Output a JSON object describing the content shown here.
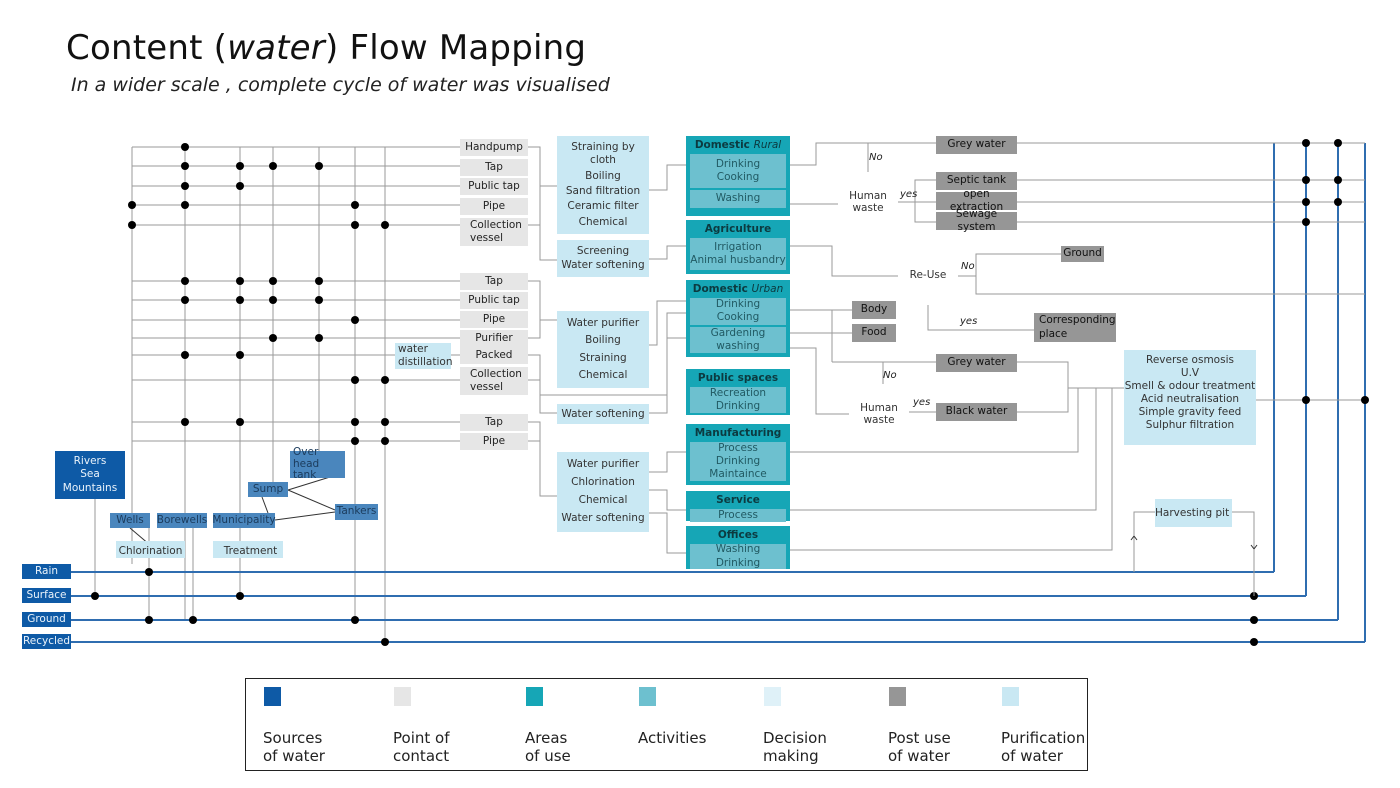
{
  "header": {
    "title_pre": "Content (",
    "title_em": "water",
    "title_post": ") Flow Mapping",
    "subtitle": "In a wider scale , complete cycle of water was visualised"
  },
  "colors": {
    "sources": "#0e5aa6",
    "point_of_contact": "#e6e6e6",
    "areas_of_use": "#16a6b6",
    "activities": "#6dc0cf",
    "decision_making": "#dff1f8",
    "post_use": "#969696",
    "purification": "#c9e8f3"
  },
  "sources": {
    "primary": [
      "Rain",
      "Surface",
      "Ground",
      "Recycled"
    ],
    "natural": "Rivers\nSea\nMountains",
    "wells": "Wells",
    "borewells": "Borewells",
    "municipality": "Municipality",
    "sump": "Sump",
    "overhead_tank": "Over head tank",
    "tankers": "Tankers",
    "chlorination": "Chlorination",
    "treatment": "Treatment"
  },
  "points_of_contact": {
    "rural": [
      "Handpump",
      "Tap",
      "Public tap",
      "Pipe",
      "Collection vessel"
    ],
    "urban": [
      "Tap",
      "Public tap",
      "Pipe",
      "Purifier",
      "Packed",
      "Collection vessel"
    ],
    "industrial": [
      "Tap",
      "Pipe"
    ],
    "water_distillation": "water distillation"
  },
  "purification_groups": [
    [
      "Straining by cloth",
      "Boiling",
      "Sand filtration",
      "Ceramic filter",
      "Chemical"
    ],
    [
      "Screening",
      "Water softening"
    ],
    [
      "Water purifier",
      "Boiling",
      "Straining",
      "Chemical"
    ],
    [
      "Water softening"
    ],
    [
      "Water purifier",
      "Chlorination",
      "Chemical",
      "Water softening"
    ]
  ],
  "areas": [
    {
      "name": "Domestic",
      "qualifier": "Rural",
      "activities": [
        "Drinking\nCooking",
        "Washing"
      ]
    },
    {
      "name": "Agriculture",
      "qualifier": "",
      "activities": [
        "Irrigation\nAnimal husbandry"
      ]
    },
    {
      "name": "Domestic",
      "qualifier": "Urban",
      "activities": [
        "Drinking\nCooking",
        "Gardening\nwashing"
      ]
    },
    {
      "name": "Public spaces",
      "qualifier": "",
      "activities": [
        "Recreation\nDrinking"
      ]
    },
    {
      "name": "Manufacturing",
      "qualifier": "",
      "activities": [
        "Process\nDrinking\nMaintaince"
      ]
    },
    {
      "name": "Service",
      "qualifier": "",
      "activities": [
        "Process"
      ]
    },
    {
      "name": "Offices",
      "qualifier": "",
      "activities": [
        "Washing\nDrinking"
      ]
    }
  ],
  "decisions": {
    "human_waste_1": "Human waste",
    "reuse": "Re-Use",
    "human_waste_2": "Human waste",
    "no": "No",
    "yes": "yes"
  },
  "post_use": {
    "grey_water_1": "Grey water",
    "septic_tank": "Septic tank",
    "open_extraction": "open extraction",
    "sewage_system": "Sewage system",
    "ground": "Ground",
    "corresponding_place": "Corresponding place",
    "body": "Body",
    "food": "Food",
    "grey_water_2": "Grey water",
    "black_water": "Black water"
  },
  "purification_final": [
    "Reverse osmosis",
    "U.V",
    "Smell & odour treatment",
    "Acid neutralisation",
    "Simple gravity feed",
    "Sulphur filtration"
  ],
  "harvesting_pit": "Harvesting pit",
  "legend": [
    {
      "label": "Sources\nof water",
      "color": "#0e5aa6"
    },
    {
      "label": "Point of\ncontact",
      "color": "#e6e6e6"
    },
    {
      "label": "Areas\nof use",
      "color": "#16a6b6"
    },
    {
      "label": "Activities",
      "color": "#6dc0cf"
    },
    {
      "label": "Decision\nmaking",
      "color": "#dff1f8"
    },
    {
      "label": "Post use\nof water",
      "color": "#969696"
    },
    {
      "label": "Purification\nof water",
      "color": "#c9e8f3"
    }
  ]
}
